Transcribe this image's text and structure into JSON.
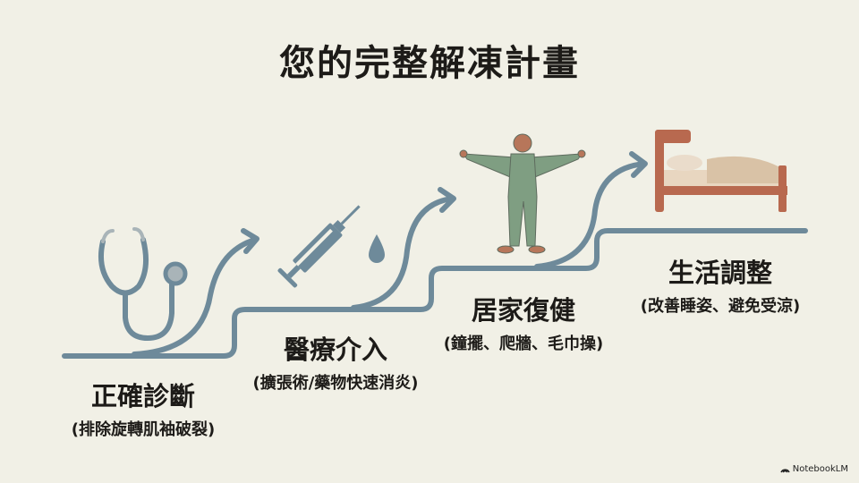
{
  "title": "您的完整解凍計畫",
  "steps": [
    {
      "title": "正確診斷",
      "subtitle": "(排除旋轉肌袖破裂)",
      "icon": "stethoscope-icon"
    },
    {
      "title": "醫療介入",
      "subtitle": "(擴張術/藥物快速消炎)",
      "icon": "syringe-icon"
    },
    {
      "title": "居家復健",
      "subtitle": "(鐘擺、爬牆、毛巾操)",
      "icon": "stretching-person-icon"
    },
    {
      "title": "生活調整",
      "subtitle": "(改善睡姿、避免受涼)",
      "icon": "bed-icon"
    }
  ],
  "brand": "NotebookLM",
  "colors": {
    "background": "#f1f0e6",
    "path": "#6e8a9a",
    "figure": "#7f9e82",
    "skin": "#b7765a",
    "bed": "#b8694f"
  }
}
